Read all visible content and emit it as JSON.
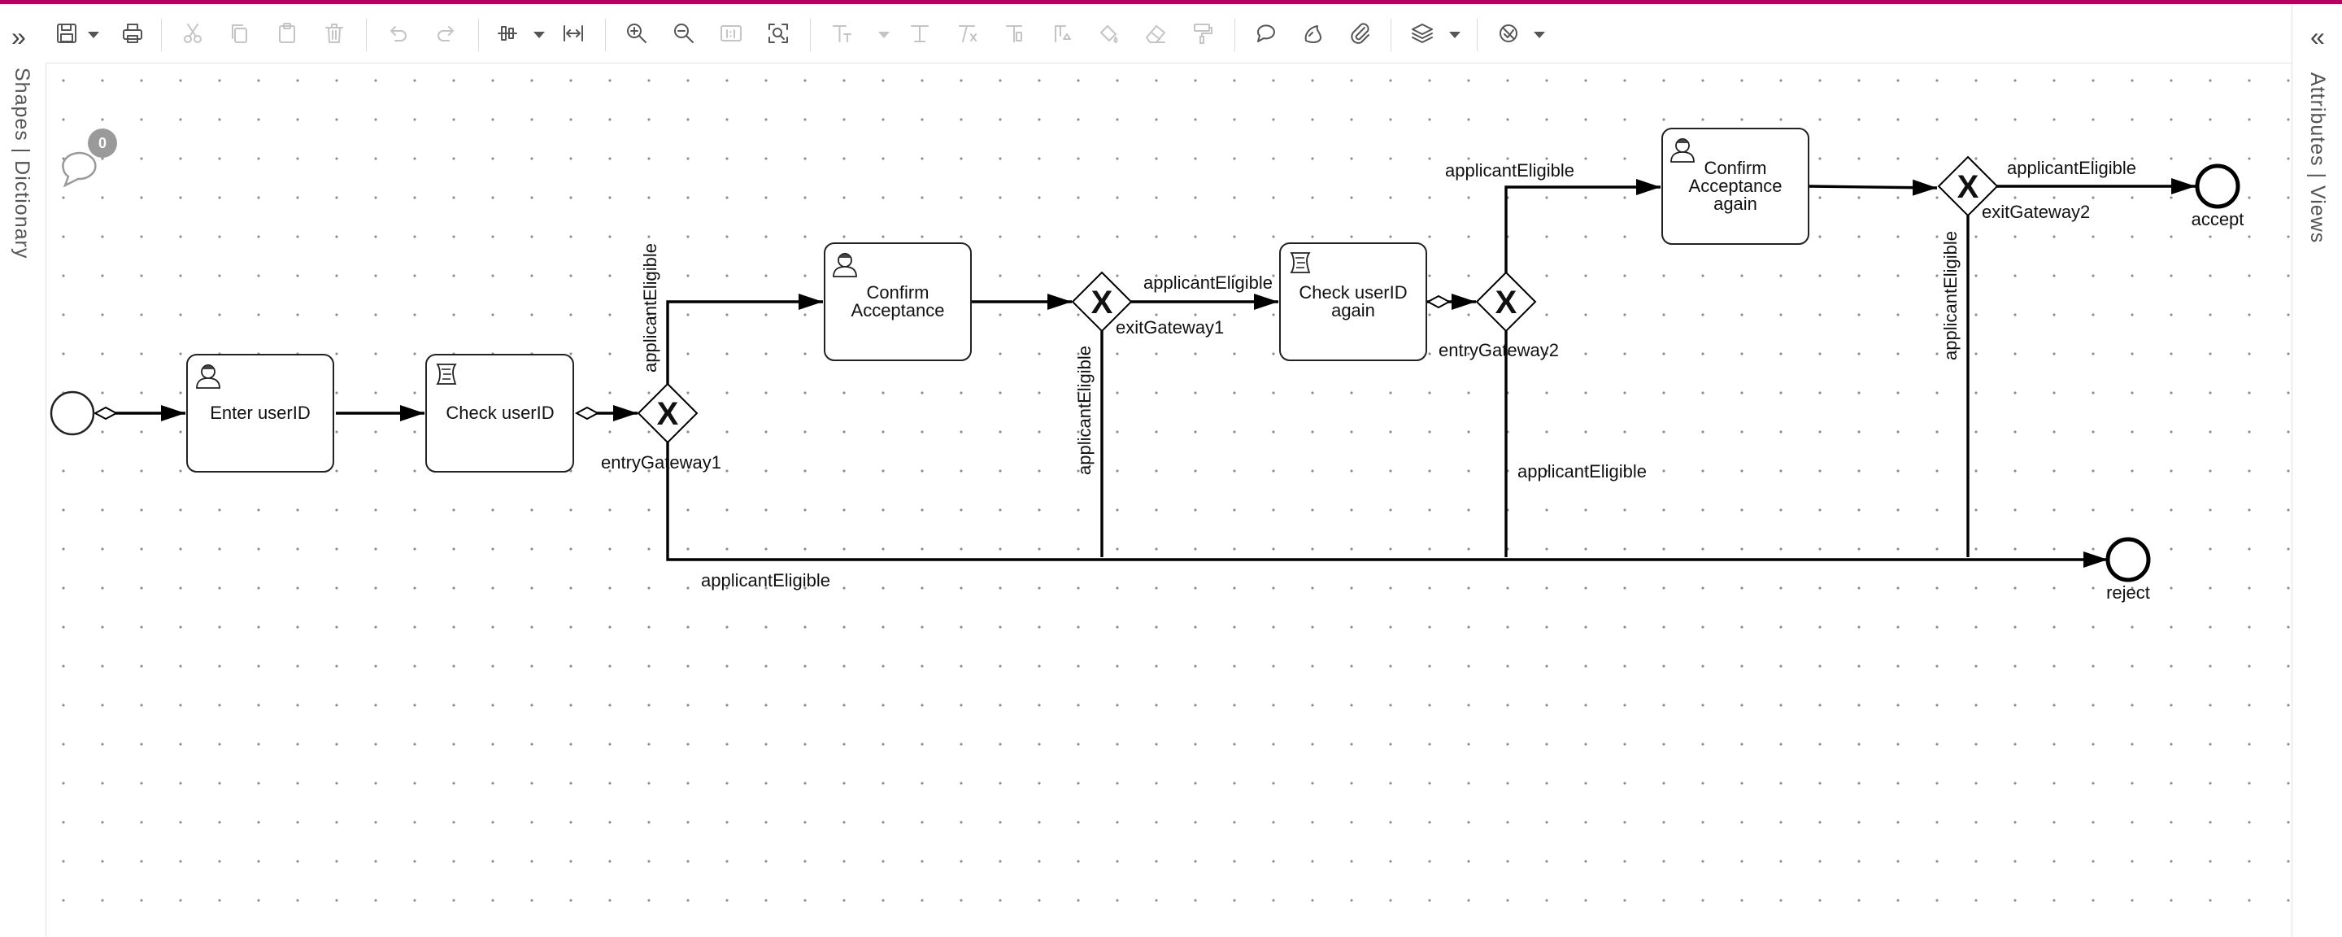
{
  "panels": {
    "left_label": "Shapes | Dictionary",
    "right_label": "Attributes | Views",
    "left_toggle_icon": "double-chevron-right-icon",
    "right_toggle_icon": "double-chevron-left-icon"
  },
  "toolbar": {
    "groups": [
      "file",
      "clipboard",
      "history",
      "align",
      "zoom",
      "text",
      "annotate",
      "layers",
      "validate"
    ],
    "icons": [
      "save-icon",
      "print-icon",
      "cut-icon",
      "copy-icon",
      "paste-icon",
      "delete-icon",
      "undo-icon",
      "redo-icon",
      "align-icon",
      "distribute-icon",
      "zoom-in-icon",
      "zoom-out-icon",
      "zoom-actual-icon",
      "zoom-fit-icon",
      "font-icon",
      "font-italic-icon",
      "font-bold-icon",
      "font-color-icon",
      "fill-color-icon",
      "eraser-icon",
      "format-painter-icon",
      "comment-icon",
      "theme-icon",
      "attachment-icon",
      "layers-icon",
      "validation-icon"
    ]
  },
  "comments": {
    "count": "0"
  },
  "accent_color": "#b3005f",
  "diagram": {
    "tasks": {
      "enter_userid": [
        "Enter userID"
      ],
      "check_userid": [
        "Check userID"
      ],
      "confirm_acceptance": [
        "Confirm",
        "Acceptance"
      ],
      "check_userid_again": [
        "Check userID",
        "again"
      ],
      "confirm_acceptance_again": [
        "Confirm",
        "Acceptance",
        "again"
      ]
    },
    "gateways": {
      "entry1": "entryGateway1",
      "exit1": "exitGateway1",
      "entry2": "entryGateway2",
      "exit2": "exitGateway2",
      "marker": "X"
    },
    "events": {
      "accept": "accept",
      "reject": "reject"
    },
    "flow_label": "applicantEligible"
  }
}
